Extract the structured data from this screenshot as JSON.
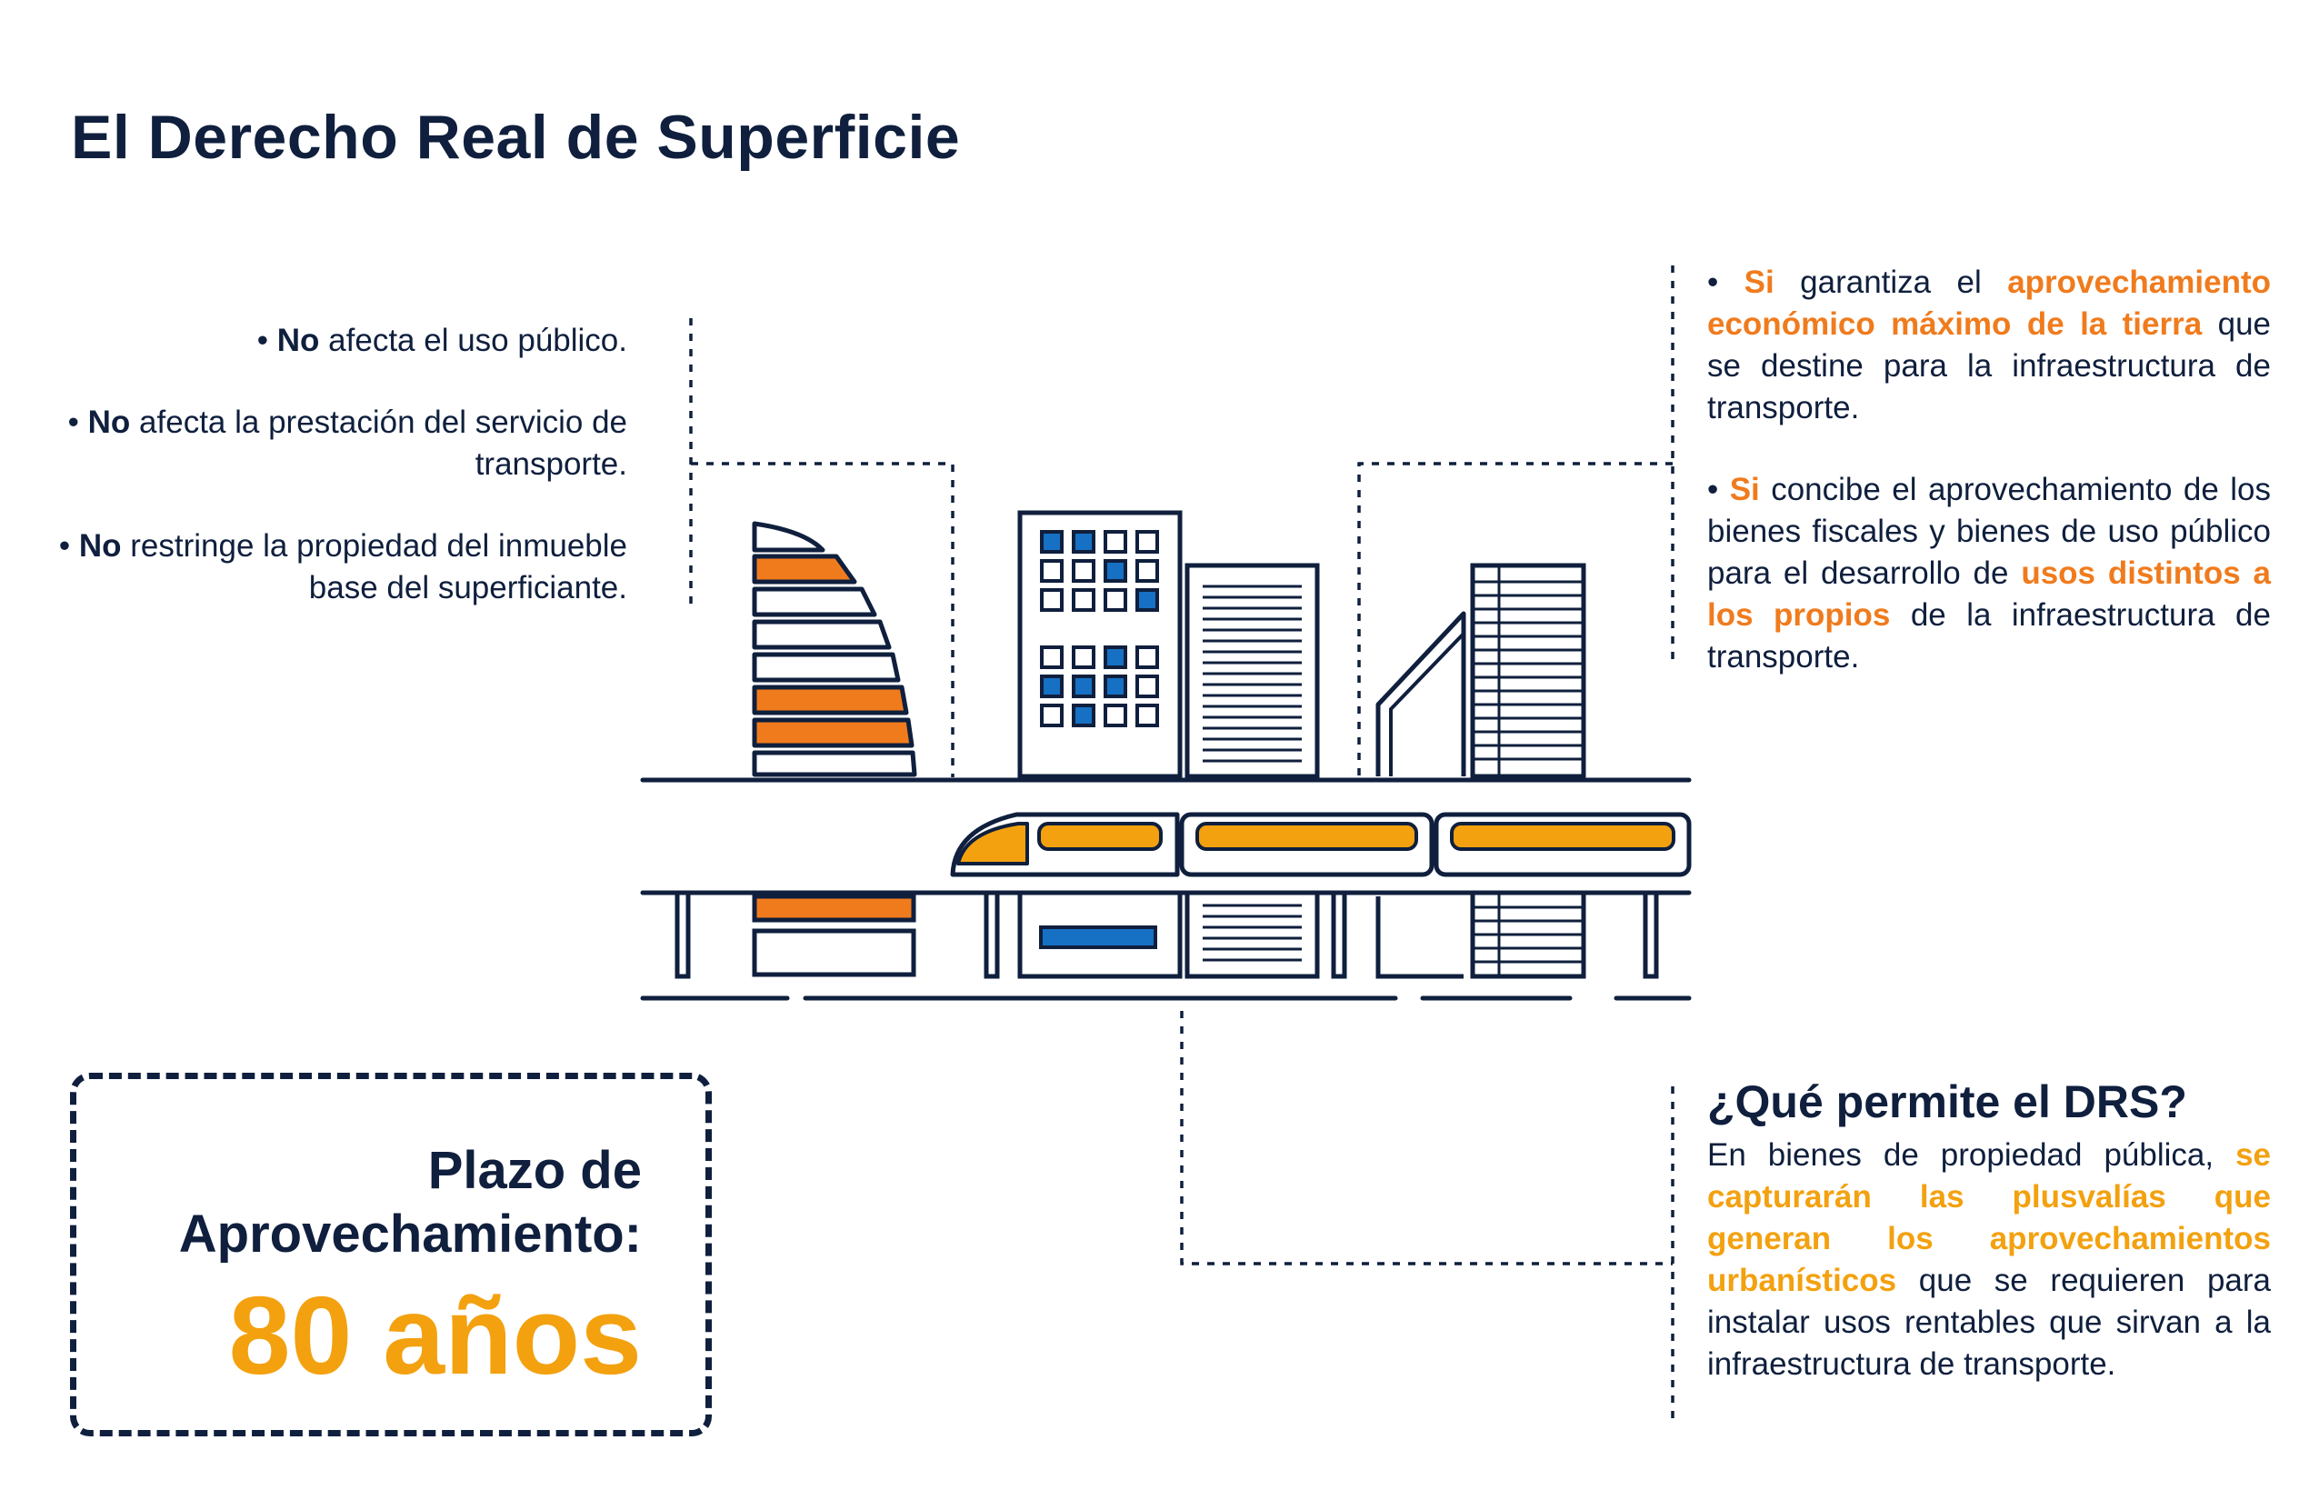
{
  "title": "El Derecho Real de Superficie",
  "left_items": [
    {
      "strong": "No",
      "rest": " afecta el uso público."
    },
    {
      "strong": "No",
      "rest": " afecta la prestación del servicio de transporte."
    },
    {
      "strong": "No",
      "rest": " restringe la propiedad del inmueble base del superficiante."
    }
  ],
  "right_items": [
    {
      "strong": "Si",
      "text_a": " garantiza el ",
      "highlight": "aprovechamiento económico máximo de la tierra",
      "text_b": " que se destine para la infraestructura de transporte."
    },
    {
      "strong": "Si",
      "text_a": " concibe el aprovechamiento de los bienes fiscales y bienes de uso público para el desarrollo de ",
      "highlight": "usos distintos a los propios",
      "text_b": " de la infraestructura de transporte."
    }
  ],
  "drs": {
    "heading": "¿Qué permite el DRS?",
    "text_a": "En bienes de propiedad pública, ",
    "highlight": "se capturarán las plusvalías que generan los aprovechamientos urbanísticos",
    "text_b": " que se requieren para instalar usos rentables que sirvan a la infraestructura de transporte."
  },
  "plazo": {
    "label_line1": "Plazo de",
    "label_line2": "Aprovechamiento:",
    "value": "80 años"
  },
  "colors": {
    "navy": "#0f1f3d",
    "orange": "#f07b1d",
    "gold": "#f3a10f",
    "blue": "#1670c4"
  }
}
